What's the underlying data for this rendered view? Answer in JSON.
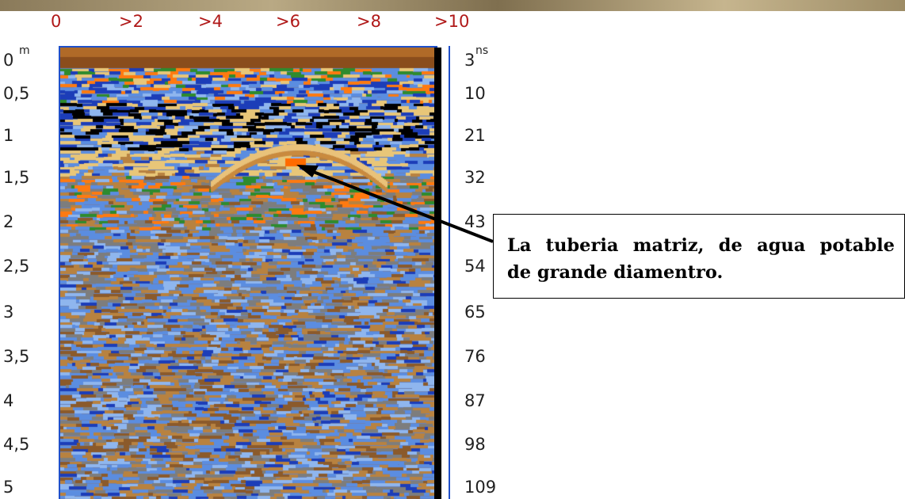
{
  "top_ticks": [
    "0",
    ">2",
    ">4",
    ">6",
    ">8",
    ">10"
  ],
  "depth_unit": "m",
  "time_unit": "ns",
  "depth_labels": [
    "0",
    "0,5",
    "1",
    "1,5",
    "2",
    "2,5",
    "3",
    "3,5",
    "4",
    "4,5",
    "5"
  ],
  "time_labels": [
    "3",
    "10",
    "21",
    "32",
    "43",
    "54",
    "65",
    "76",
    "87",
    "98",
    "109"
  ],
  "callout": {
    "line1_words": [
      "La",
      "tuberia",
      "matriz,",
      "de",
      "agua",
      "potable"
    ],
    "line2": "de grande diamentro."
  },
  "colors": {
    "frame": "#1f4fc9",
    "tick_red": "#b01818",
    "radar_palette": [
      "#000000",
      "#1c3db8",
      "#5b8de0",
      "#8fb6ee",
      "#e8c678",
      "#b88240",
      "#8b5a2b",
      "#7d7d7d",
      "#ff7a10",
      "#2e8b2e"
    ]
  }
}
